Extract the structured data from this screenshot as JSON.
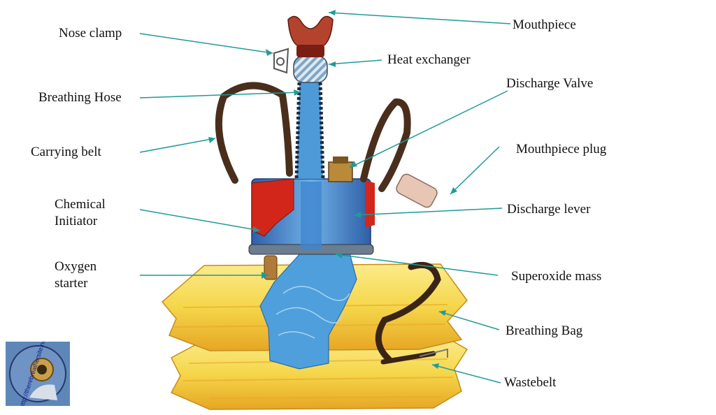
{
  "labels": {
    "mouthpiece": "Mouthpiece",
    "nose_clamp": "Nose clamp",
    "heat_exchanger": "Heat exchanger",
    "breathing_hose": "Breathing Hose",
    "discharge_valve": "Discharge Valve",
    "carrying_belt": "Carrying belt",
    "mouthpiece_plug": "Mouthpiece plug",
    "chemical_initiator_line1": "Chemical",
    "chemical_initiator_line2": "Initiator",
    "discharge_lever": "Discharge lever",
    "oxygen_starter_line1": "Oxygen",
    "oxygen_starter_line2": "starter",
    "superoxide_mass": "Superoxide mass",
    "breathing_bag": "Breathing Bag",
    "wastebelt": "Wastebelt"
  },
  "watermark": {
    "url_text": "http://therebreathersite.nl"
  },
  "colors": {
    "leader_line": "#1f9a9a",
    "bag_yellow": "#f6df5a",
    "bag_orange": "#e8a826",
    "canister_blue": "#3f86cf",
    "water_blue": "#5aa8e0",
    "strap_brown": "#4a2e1c",
    "canister_red": "#d3261b",
    "badge_bg": "#5f86b8"
  }
}
